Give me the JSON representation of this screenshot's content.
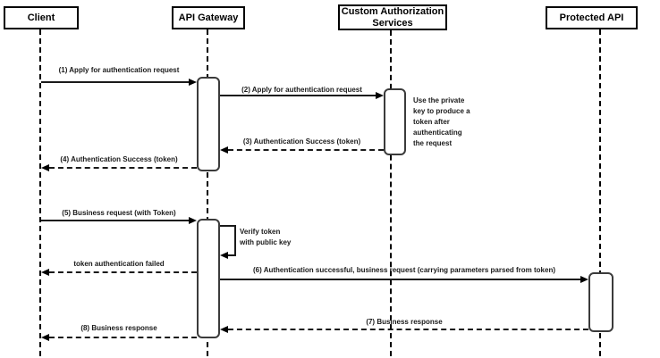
{
  "participants": [
    {
      "name": "Client"
    },
    {
      "name": "API Gateway"
    },
    {
      "name": "Custom Authorization\nServices"
    },
    {
      "name": "Protected API"
    }
  ],
  "messages": {
    "m1": "(1) Apply for authentication request",
    "m2": "(2) Apply for authentication request",
    "m3": "(3) Authentication Success (token)",
    "m4": "(4) Authentication Success (token)",
    "m5": "(5) Business request (with Token)",
    "fail": "token authentication failed",
    "m6": "(6) Authentication successful, business request (carrying parameters parsed from token)",
    "m7": "(7) Business response",
    "m8": "(8) Business response",
    "self_loop": "Verify token\nwith public key"
  },
  "notes": {
    "private_key": "Use the private\nkey to produce a\ntoken after\nauthenticating\nthe request"
  },
  "colors": {
    "line": "#1a1a1a",
    "activation_border": "#3b3b3b",
    "background": "#ffffff"
  }
}
